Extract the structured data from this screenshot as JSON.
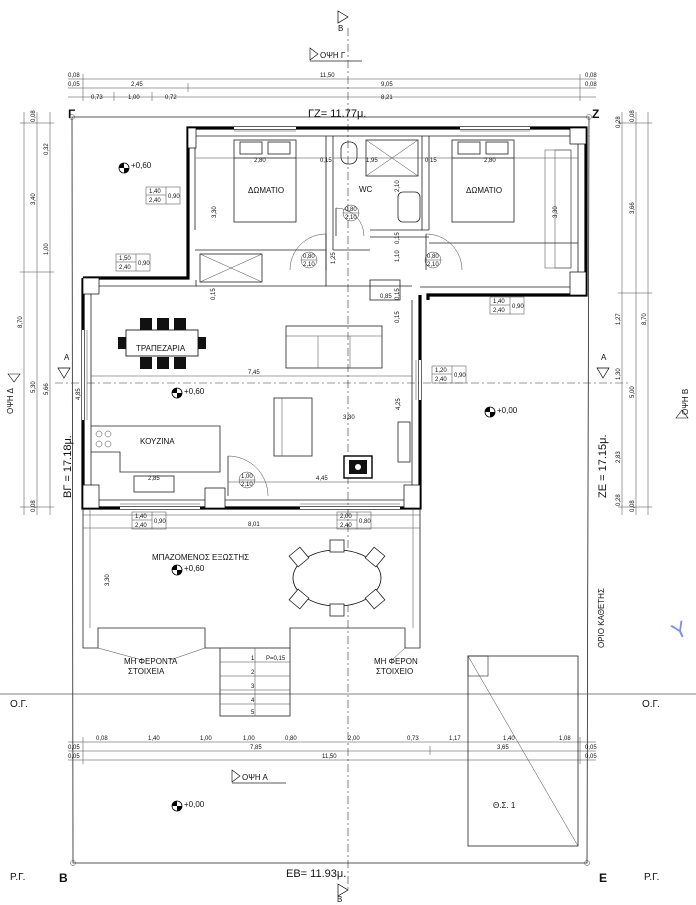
{
  "views": {
    "top": "ΟΨΗ Γ",
    "bottom": "ΟΨΗ Α",
    "left": "ΟΨΗ Δ",
    "right": "ΟΨΗ Β"
  },
  "section_marks": {
    "b": "B",
    "a": "A"
  },
  "corners": {
    "g": "Γ",
    "z": "Z",
    "v": "B",
    "e": "E"
  },
  "boundary_lengths": {
    "gz": "ΓΖ= 11.77μ.",
    "eb": "ΕΒ= 11.93μ.",
    "vg": "ΒΓ = 17.18μ.",
    "ze": "ΖΕ = 17.15μ."
  },
  "side_labels": {
    "og_left": "Ο.Γ.",
    "og_right": "Ο.Γ.",
    "rg_left": "Ρ.Γ.",
    "rg_right": "Ρ.Γ.",
    "orio": "ΟΡΙΟ ΚΑΘΕΤΗΣ",
    "watermark": "Υ"
  },
  "rooms": {
    "bed_left": "ΔΩΜΑΤΙΟ",
    "bed_right": "ΔΩΜΑΤΙΟ",
    "wc": "WC",
    "dining": "ΤΡΑΠΕΖΑΡΙΑ",
    "kitchen": "ΚΟΥΖΙΝΑ",
    "patio": "ΜΠΑΖΟΜΕΝΟΣ ΕΞΩΣΤΗΣ",
    "parking": "Θ.Σ. 1",
    "non_bearing_left_1": "ΜΗ ΦΕΡΟΝΤΑ",
    "non_bearing_left_2": "ΣΤΟΙΧΕΙΑ",
    "non_bearing_right_1": "ΜΗ ΦΕΡΟΝ",
    "non_bearing_right_2": "ΣΤΟΙΧΕΙΟ"
  },
  "levels": {
    "top_left": "+0,60",
    "living": "+0,60",
    "patio": "+0,60",
    "right_yard": "+0,00",
    "bottom_yard": "+0,00"
  },
  "dims_top": {
    "overall": "11,50",
    "r1_left": "0,08",
    "r1_right": "0,08",
    "r2_left": "0,05",
    "r2_a": "2,45",
    "r2_b": "9,05",
    "r2_right": "0,08",
    "r3_a": "0,73",
    "r3_b": "1,00",
    "r3_c": "0,72",
    "r3_d": "8,21"
  },
  "dims_bottom": {
    "r1_a": "0,08",
    "r1_b": "1,40",
    "r1_c": "1,00",
    "r1_d": "1,00",
    "r1_e": "0,80",
    "r1_f": "2,00",
    "r1_g": "0,73",
    "r1_h": "1,17",
    "r1_i": "1,40",
    "r1_j": "1,08",
    "r2_left": "0,05",
    "r2_a": "7,85",
    "r2_b": "3,65",
    "r2_right": "0,05",
    "r3_left": "0,05",
    "r3_overall": "11,50",
    "r3_right": "0,05"
  },
  "dims_left_outer": [
    "0,08",
    "3,40",
    "5,30",
    "0,08"
  ],
  "dims_left_inner": [
    "0,32",
    "1,00",
    "5,66"
  ],
  "dims_left_total": "8,70",
  "dims_right_outer": [
    "0,08",
    "3,66",
    "5,00",
    "0,08"
  ],
  "dims_right_inner": [
    "0,28",
    "1,27",
    "1,30",
    "2,83",
    "0,28"
  ],
  "dims_right_total": "8,70",
  "interior_dims": {
    "bed_l_w": "2,80",
    "bed_l_h": "3,30",
    "wall_a": "0,15",
    "wc_w": "1,95",
    "wall_b": "0,15",
    "bed_r_w": "2,80",
    "bed_r_h": "3,30",
    "wc_h": "2,10",
    "corr_h": "1,25",
    "wall_c": "0,15",
    "corr_w": "1,10",
    "wall_d": "0,15",
    "step": "0,85",
    "living_w": "7,45",
    "living_h1": "4,85",
    "living_h2": "4,25",
    "living_mid": "3,30",
    "kitchen_w": "2,85",
    "bot_w": "4,45",
    "patio_w": "8,01",
    "patio_h": "3,30",
    "stair": "P=0,15"
  },
  "openings": {
    "o1_top": "1,40",
    "o1_bot": "2,40",
    "o1_side": "0,90",
    "o2_top": "1,50",
    "o2_bot": "2,40",
    "o2_side": "0,90",
    "o3_top": "0,80",
    "o3_bot": "2,10",
    "o4_top": "0,80",
    "o4_bot": "2,10",
    "o5_top": "0,80",
    "o5_bot": "2,10",
    "o6_top": "1,40",
    "o6_bot": "2,40",
    "o6_side": "0,90",
    "o7_top": "1,20",
    "o7_bot": "2,40",
    "o7_side": "0,90",
    "o8_top": "1,00",
    "o8_bot": "2,10",
    "o9_top": "1,40",
    "o9_bot": "2,40",
    "o9_side": "0,90",
    "o10_top": "2,00",
    "o10_bot": "2,40",
    "o10_side": "0,80"
  },
  "stair_steps": [
    "1",
    "2",
    "3",
    "4",
    "5"
  ]
}
